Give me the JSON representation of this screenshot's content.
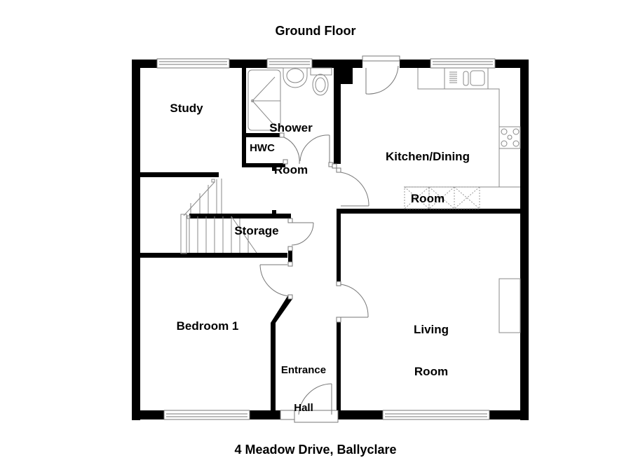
{
  "plan": {
    "floor_title": "Ground Floor",
    "address": "4 Meadow Drive, Ballyclare",
    "wall_color": "#000000",
    "fixture_color": "#888888",
    "background_color": "#ffffff"
  },
  "rooms": {
    "study": "Study",
    "shower_room_line1": "Shower",
    "shower_room_line2": "Room",
    "hwc": "HWC",
    "kitchen_line1": "Kitchen/Dining",
    "kitchen_line2": "Room",
    "storage": "Storage",
    "living_line1": "Living",
    "living_line2": "Room",
    "bedroom1": "Bedroom 1",
    "entrance_line1": "Entrance",
    "entrance_line2": "Hall"
  },
  "icons": [
    "window-icon",
    "door-swing-icon",
    "shower-tray-icon",
    "washbasin-icon",
    "toilet-icon",
    "kitchen-sink-icon",
    "hob-icon",
    "stairs-icon",
    "fireplace-icon",
    "appliance-space-icon"
  ]
}
